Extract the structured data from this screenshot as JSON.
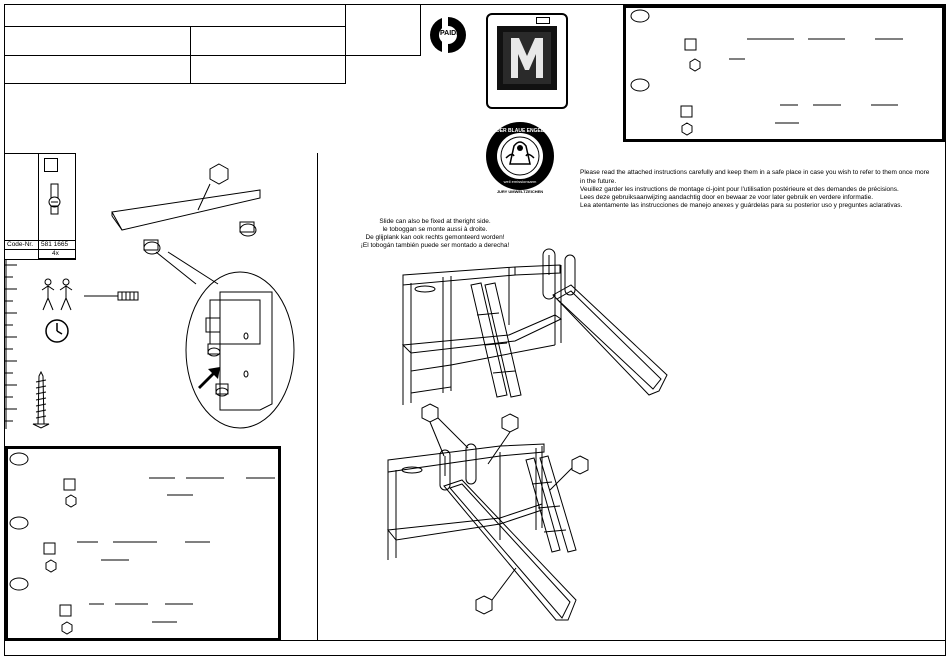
{
  "logo": {
    "text": "PAIDI"
  },
  "ecolabel": {
    "top": "DER BLAUE ENGEL",
    "middle": "weil emissionsarm",
    "bottom": "JURY UMWELTZEICHEN"
  },
  "part_table": {
    "code_label": "Code-Nr.",
    "code_value": "581 1665",
    "quantity": "4x"
  },
  "slide_note": [
    "Slide can also be fixed at theright side.",
    "le toboggan se monte aussi à droite.",
    "De glijplank kan ook rechts gemonteerd worden!",
    "¡El tobogán también puede ser montado a derecha!"
  ],
  "instructions_note": [
    "Please read the attached instructions carefully and keep them in a safe place in case you wish to refer to them once more",
    "in the future.",
    "Veuillez garder les instructions de montage ci-joint pour l'utilisation postérieure et des demandes de précisions.",
    "Lees deze gebruiksaanwijzing aandachtig door en bewaar ze voor later gebruik en verdere informatie.",
    "Lea atentamente las instrucciones de manejo anexes y guárdelas para su posterior uso y preguntes aclarativas."
  ],
  "colors": {
    "ink": "#000000",
    "paper": "#ffffff"
  },
  "icons": [
    "paidi-logo-icon",
    "m-quality-seal-icon",
    "blue-angel-icon",
    "two-persons-icon",
    "screwdriver-icon",
    "clock-icon",
    "screw-icon",
    "arrow-icon"
  ]
}
